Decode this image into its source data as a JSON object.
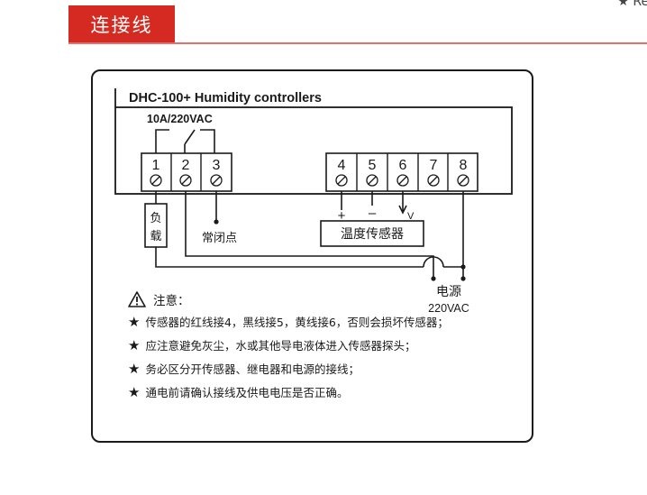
{
  "header": {
    "section_title": "连接线",
    "corner_text": "★ Rel"
  },
  "diagram": {
    "model_title": "DHC-100+ Humidity controllers",
    "relay_rating": "10A/220VAC",
    "terminals_left": [
      "1",
      "2",
      "3"
    ],
    "terminals_right": [
      "4",
      "5",
      "6",
      "7",
      "8"
    ],
    "load_label": "负\n载",
    "nc_label": "常闭点",
    "sensor_label": "温度传感器",
    "sensor_pin_plus": "+",
    "sensor_pin_minus": "–",
    "sensor_pin_v": "V",
    "power_label": "电源",
    "power_rating": "220VAC"
  },
  "notes": {
    "heading": "注意：",
    "items": [
      "传感器的红线接4，黑线接5，黄线接6，否则会损坏传感器；",
      "应注意避免灰尘，水或其他导电液体进入传感器探头；",
      "务必区分开传感器、继电器和电源的接线；",
      "通电前请确认接线及供电电压是否正确。"
    ]
  },
  "colors": {
    "accent": "#d42a22",
    "rule": "#e07070",
    "line": "#1a1a1a"
  }
}
